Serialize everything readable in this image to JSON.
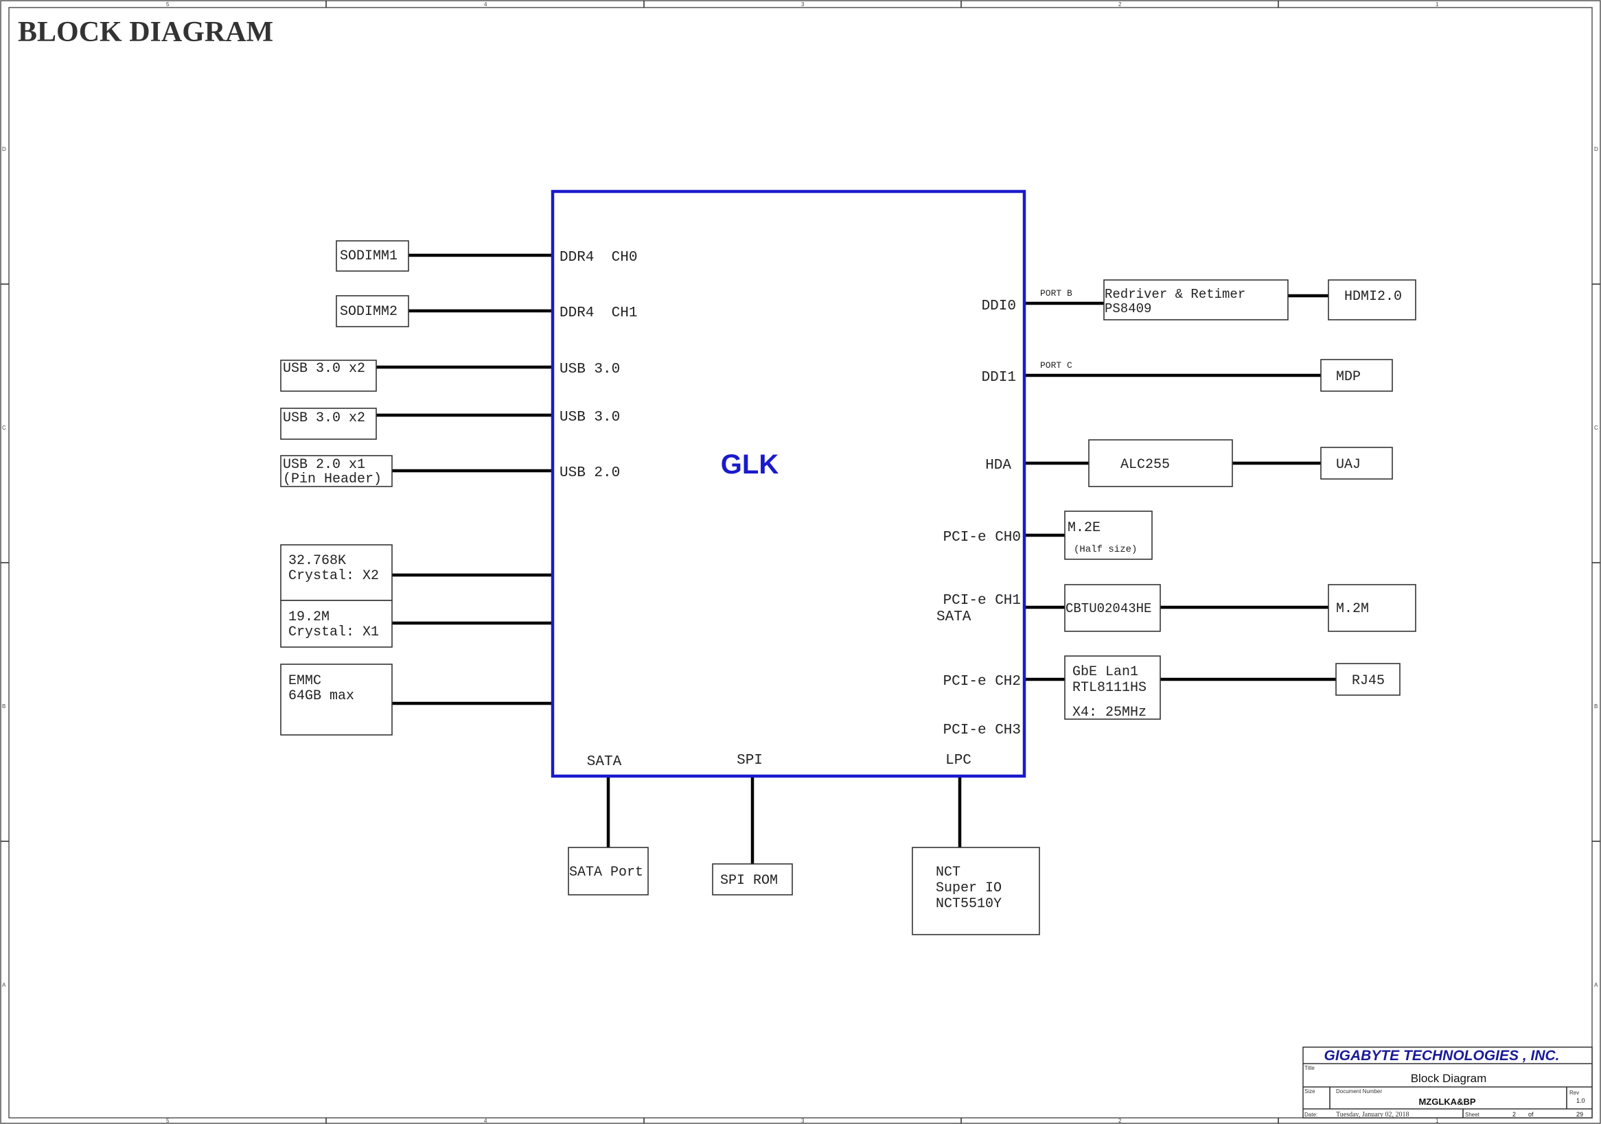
{
  "heading": "BLOCK DIAGRAM",
  "chip": {
    "name": "GLK",
    "left_ports": {
      "ddr4_ch0": "DDR4  CH0",
      "ddr4_ch1": "DDR4  CH1",
      "usb30_a": "USB 3.0",
      "usb30_b": "USB 3.0",
      "usb20": "USB 2.0"
    },
    "right_ports": {
      "ddi0": "DDI0",
      "ddi1": "DDI1",
      "hda": "HDA",
      "pcie_ch0": "PCI-e CH0",
      "pcie_ch1_a": "PCI-e CH1",
      "pcie_ch1_b": "SATA",
      "pcie_ch2": "PCI-e CH2",
      "pcie_ch3": "PCI-e CH3"
    },
    "bottom_ports": {
      "sata": "SATA",
      "spi": "SPI",
      "lpc": "LPC"
    }
  },
  "left_blocks": {
    "sodimm1": "SODIMM1",
    "sodimm2": "SODIMM2",
    "usb30_x2_a": "USB 3.0 x2",
    "usb30_x2_b": "USB 3.0 x2",
    "usb20_line1": "USB 2.0 x1",
    "usb20_line2": "(Pin Header)",
    "crystal_x2_line1": "32.768K",
    "crystal_x2_line2": "Crystal: X2",
    "crystal_x1_line1": "19.2M",
    "crystal_x1_line2": "Crystal: X1",
    "emmc_line1": "EMMC",
    "emmc_line2": "64GB max"
  },
  "right_blocks": {
    "port_b": "PORT B",
    "port_c": "PORT C",
    "redriver_line1": "Redriver & Retimer",
    "redriver_line2": "PS8409",
    "hdmi": "HDMI2.0",
    "mdp": "MDP",
    "alc": "ALC255",
    "uaj": "UAJ",
    "m2e_line1": "M.2E",
    "m2e_line2": "(Half size)",
    "cbtu": "CBTU02043HE",
    "m2m": "M.2M",
    "gbe_line1": "GbE Lan1",
    "gbe_line2": "RTL8111HS",
    "gbe_line3": "X4: 25MHz",
    "rj45": "RJ45"
  },
  "bottom_blocks": {
    "sata_port": "SATA Port",
    "spi_rom": "SPI ROM",
    "nct_line1": "NCT",
    "nct_line2": "Super IO",
    "nct_line3": "NCT5510Y"
  },
  "title_block": {
    "company": "GIGABYTE TECHNOLOGIES , INC.",
    "title_label": "Title",
    "title": "Block Diagram",
    "size_label": "Size",
    "docnum_label": "Document Number",
    "docnum": "MZGLKA&BP",
    "rev_label": "Rev",
    "rev": "1.0",
    "date_label": "Date:",
    "date": "Tuesday, January 02, 2018",
    "sheet_label": "Sheet",
    "sheet": "2",
    "of_label": "of",
    "total": "29"
  },
  "border": {
    "columns": [
      "5",
      "4",
      "3",
      "2",
      "1"
    ],
    "rows": [
      "D",
      "C",
      "B",
      "A"
    ]
  },
  "colors": {
    "chip_outline": "#1a1acc",
    "chip_text": "#1a1acc",
    "company_text": "#1a1a99"
  }
}
